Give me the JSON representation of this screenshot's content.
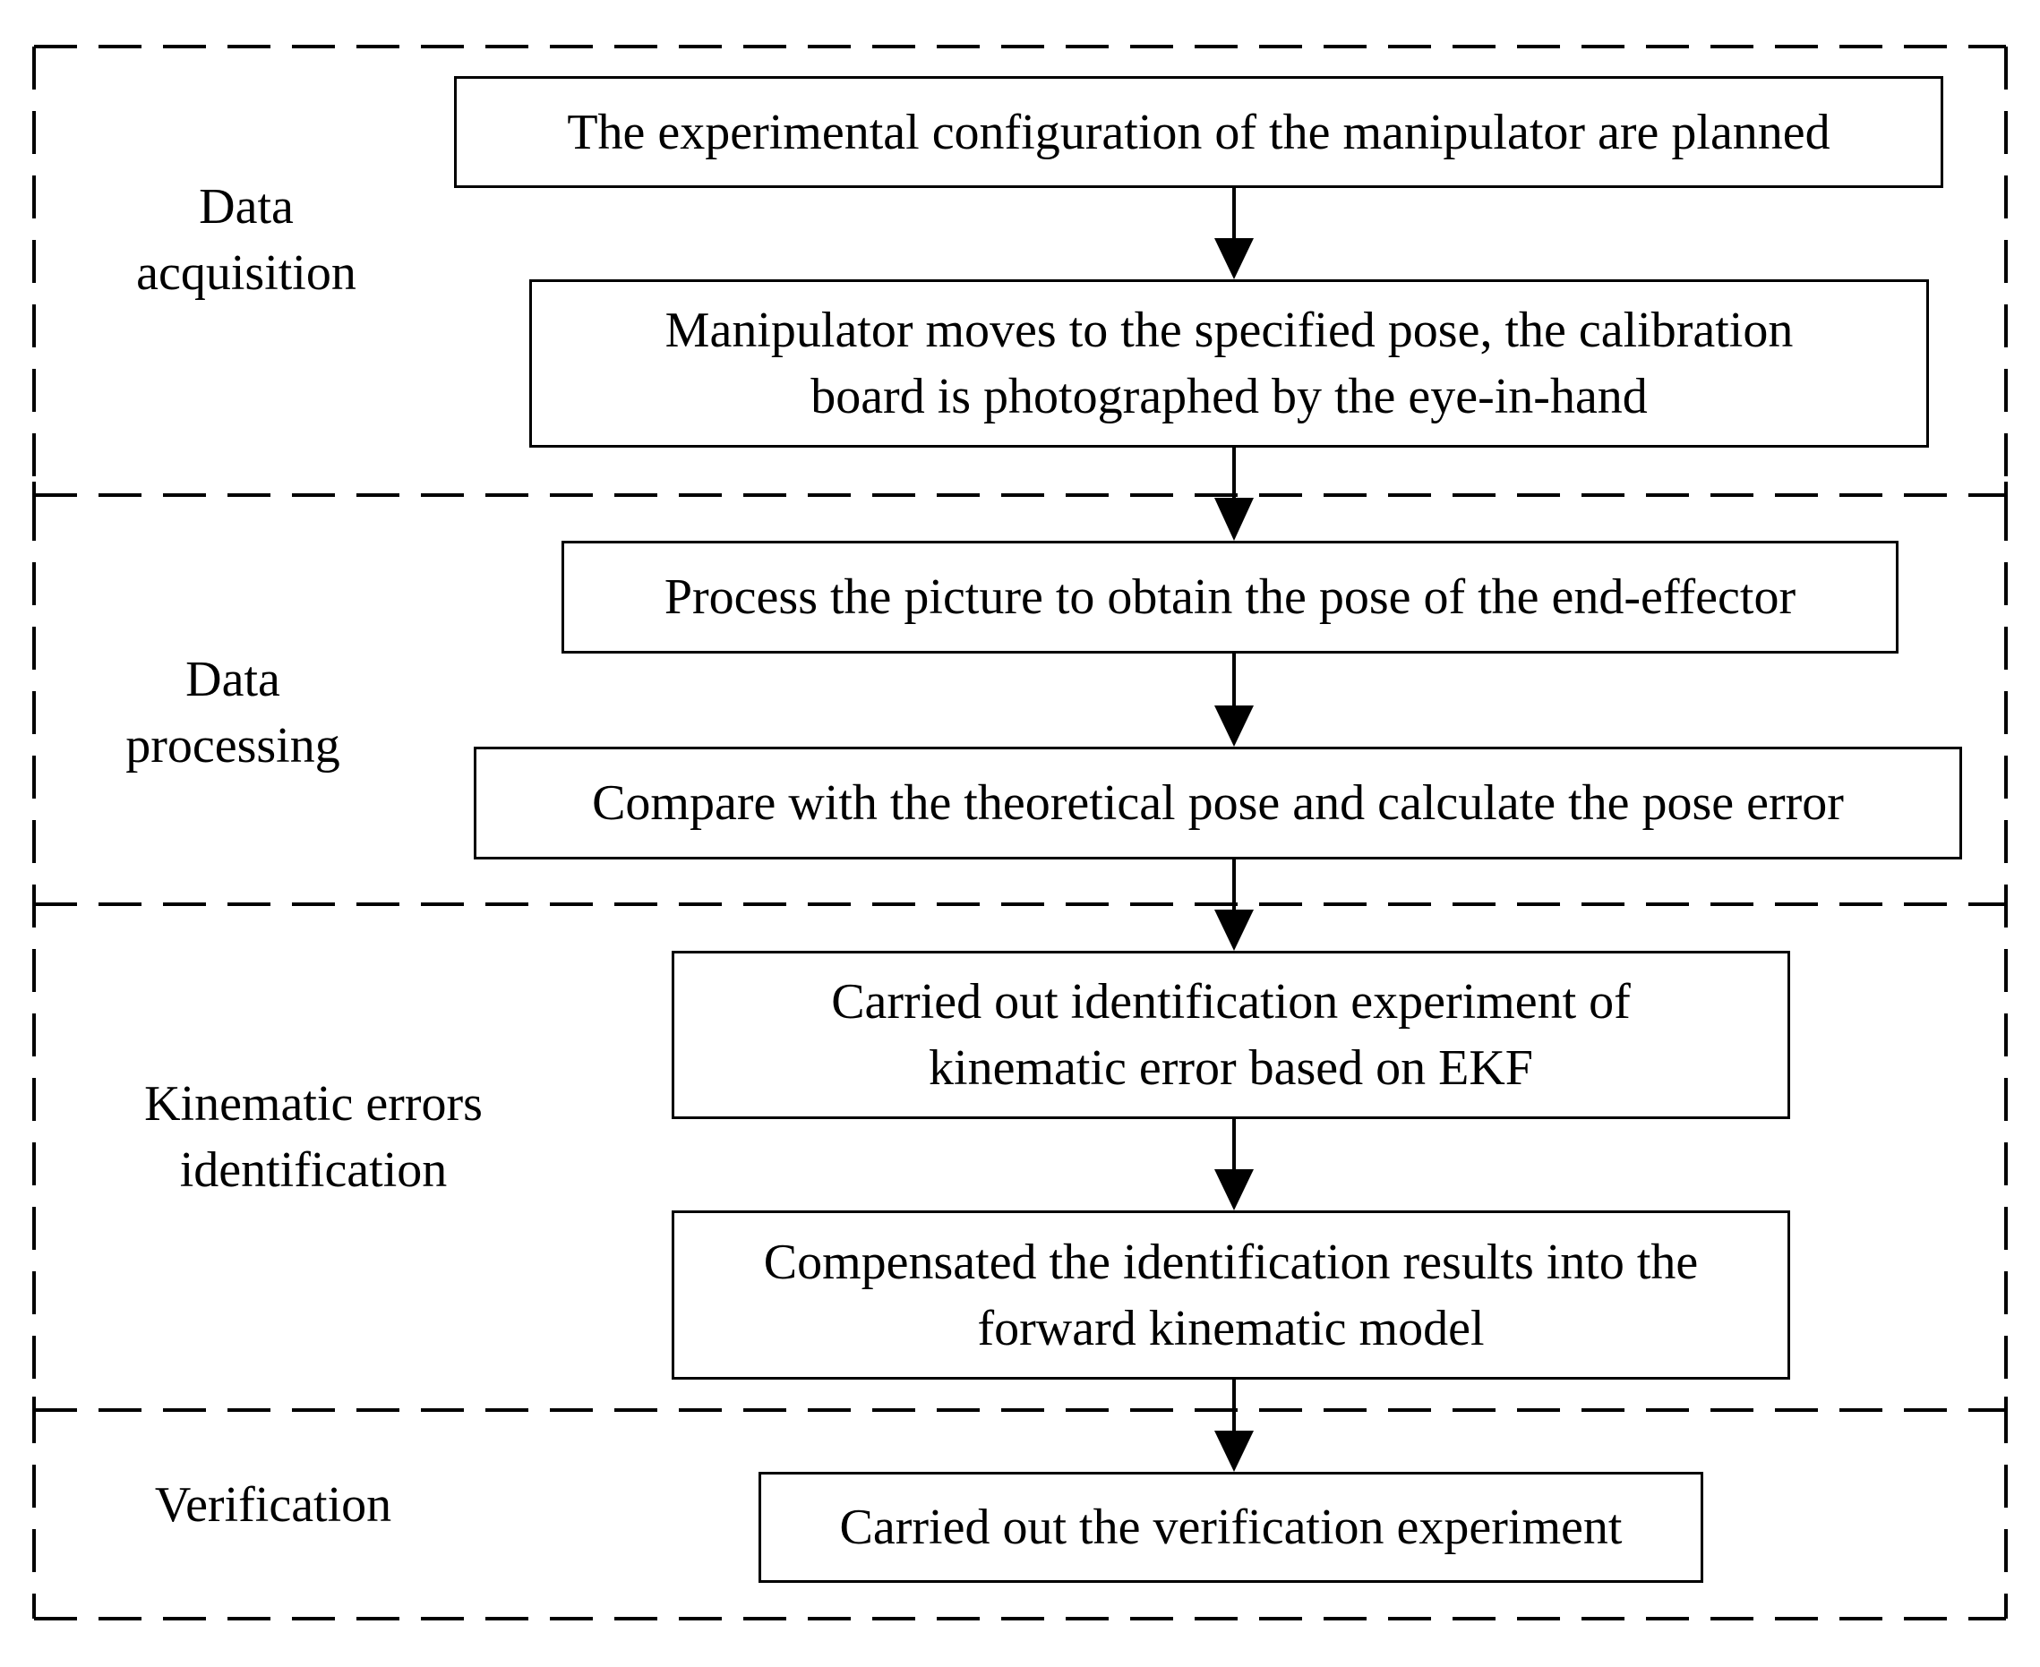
{
  "sections": [
    {
      "label_lines": [
        "Data",
        "acquisition"
      ]
    },
    {
      "label_lines": [
        "Data",
        "processing"
      ]
    },
    {
      "label_lines": [
        "Kinematic errors",
        "identification"
      ]
    },
    {
      "label_lines": [
        "Verification"
      ]
    }
  ],
  "steps": [
    {
      "lines": [
        "The experimental configuration of the manipulator are planned"
      ]
    },
    {
      "lines": [
        "Manipulator moves to the specified pose, the calibration",
        "board is photographed by the eye-in-hand"
      ]
    },
    {
      "lines": [
        "Process the picture to obtain the pose of the end-effector"
      ]
    },
    {
      "lines": [
        "Compare with the theoretical pose and calculate the pose error"
      ]
    },
    {
      "lines": [
        "Carried out identification experiment of",
        "kinematic error based on EKF"
      ]
    },
    {
      "lines": [
        "Compensated the identification results into the",
        "forward kinematic model"
      ]
    },
    {
      "lines": [
        "Carried out the verification experiment"
      ]
    }
  ],
  "colors": {
    "stroke": "#000000",
    "background": "#ffffff"
  }
}
